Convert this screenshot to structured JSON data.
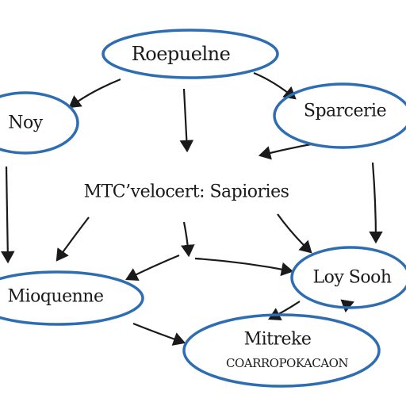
{
  "diagram": {
    "center_label": "MTC’velocert: Sapiories",
    "nodes": [
      {
        "id": "top",
        "label": "Roepuelne"
      },
      {
        "id": "left",
        "label": "Noy"
      },
      {
        "id": "right",
        "label": "Sparcerie"
      },
      {
        "id": "bottom_left",
        "label": "Mioquenne"
      },
      {
        "id": "bottom_right",
        "label": "Loy Sooh"
      },
      {
        "id": "bottom",
        "label": "Mitreke",
        "sublabel": "COARROPOKACAON"
      }
    ],
    "colors": {
      "ellipse_stroke": "#2f6db3",
      "ink": "#1a1a1a",
      "background": "#ffffff"
    }
  }
}
